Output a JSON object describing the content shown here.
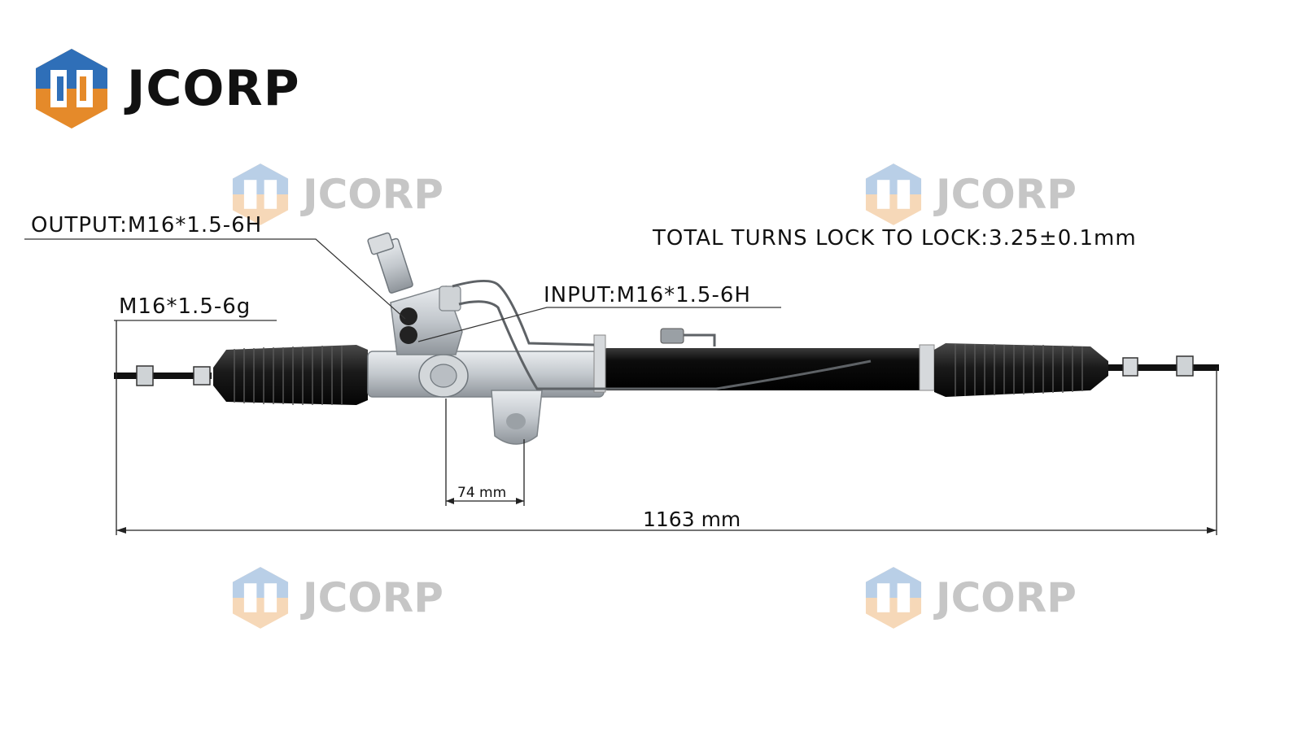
{
  "brand": {
    "name": "JCORP",
    "colors": {
      "blue": "#2f6fb8",
      "orange": "#e58a2a",
      "dot": "#f2b51c",
      "text": "#111111"
    },
    "icon": "jcorp-logo-icon"
  },
  "watermark": {
    "text": "JCORP"
  },
  "labels": {
    "output_port": "OUTPUT:M16*1.5-6H",
    "input_port": "INPUT:M16*1.5-6H",
    "tie_rod_thread": "M16*1.5-6g",
    "total_turns": "TOTAL TURNS LOCK TO LOCK:3.25±0.1mm"
  },
  "dimensions": {
    "mount_width": "74 mm",
    "overall_length": "1163 mm"
  }
}
